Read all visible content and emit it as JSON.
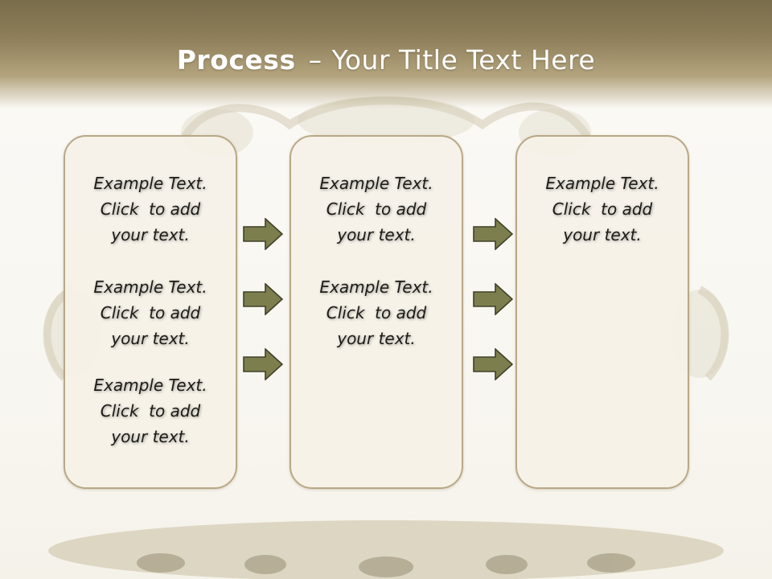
{
  "slide": {
    "title_bold": "Process",
    "title_separator": "–",
    "title_rest": "Your Title Text Here"
  },
  "columns": [
    {
      "items": [
        {
          "line1": "Example Text.",
          "line2": "Click  to add",
          "line3": "your text."
        },
        {
          "line1": "Example Text.",
          "line2": "Click  to add",
          "line3": "your text."
        },
        {
          "line1": "Example Text.",
          "line2": "Click  to add",
          "line3": "your text."
        }
      ]
    },
    {
      "items": [
        {
          "line1": "Example Text.",
          "line2": "Click  to add",
          "line3": "your text."
        },
        {
          "line1": "Example Text.",
          "line2": "Click  to add",
          "line3": "your text."
        }
      ]
    },
    {
      "items": [
        {
          "line1": "Example Text.",
          "line2": "Click  to add",
          "line3": "your text."
        }
      ]
    }
  ],
  "colors": {
    "header": "#7a6d4b",
    "box_border": "#b9a886",
    "box_fill": "#f5f1e7",
    "arrow_fill": "#7c7e4d",
    "arrow_stroke": "#40402a"
  },
  "icons": {
    "arrow": "right-arrow-icon"
  }
}
